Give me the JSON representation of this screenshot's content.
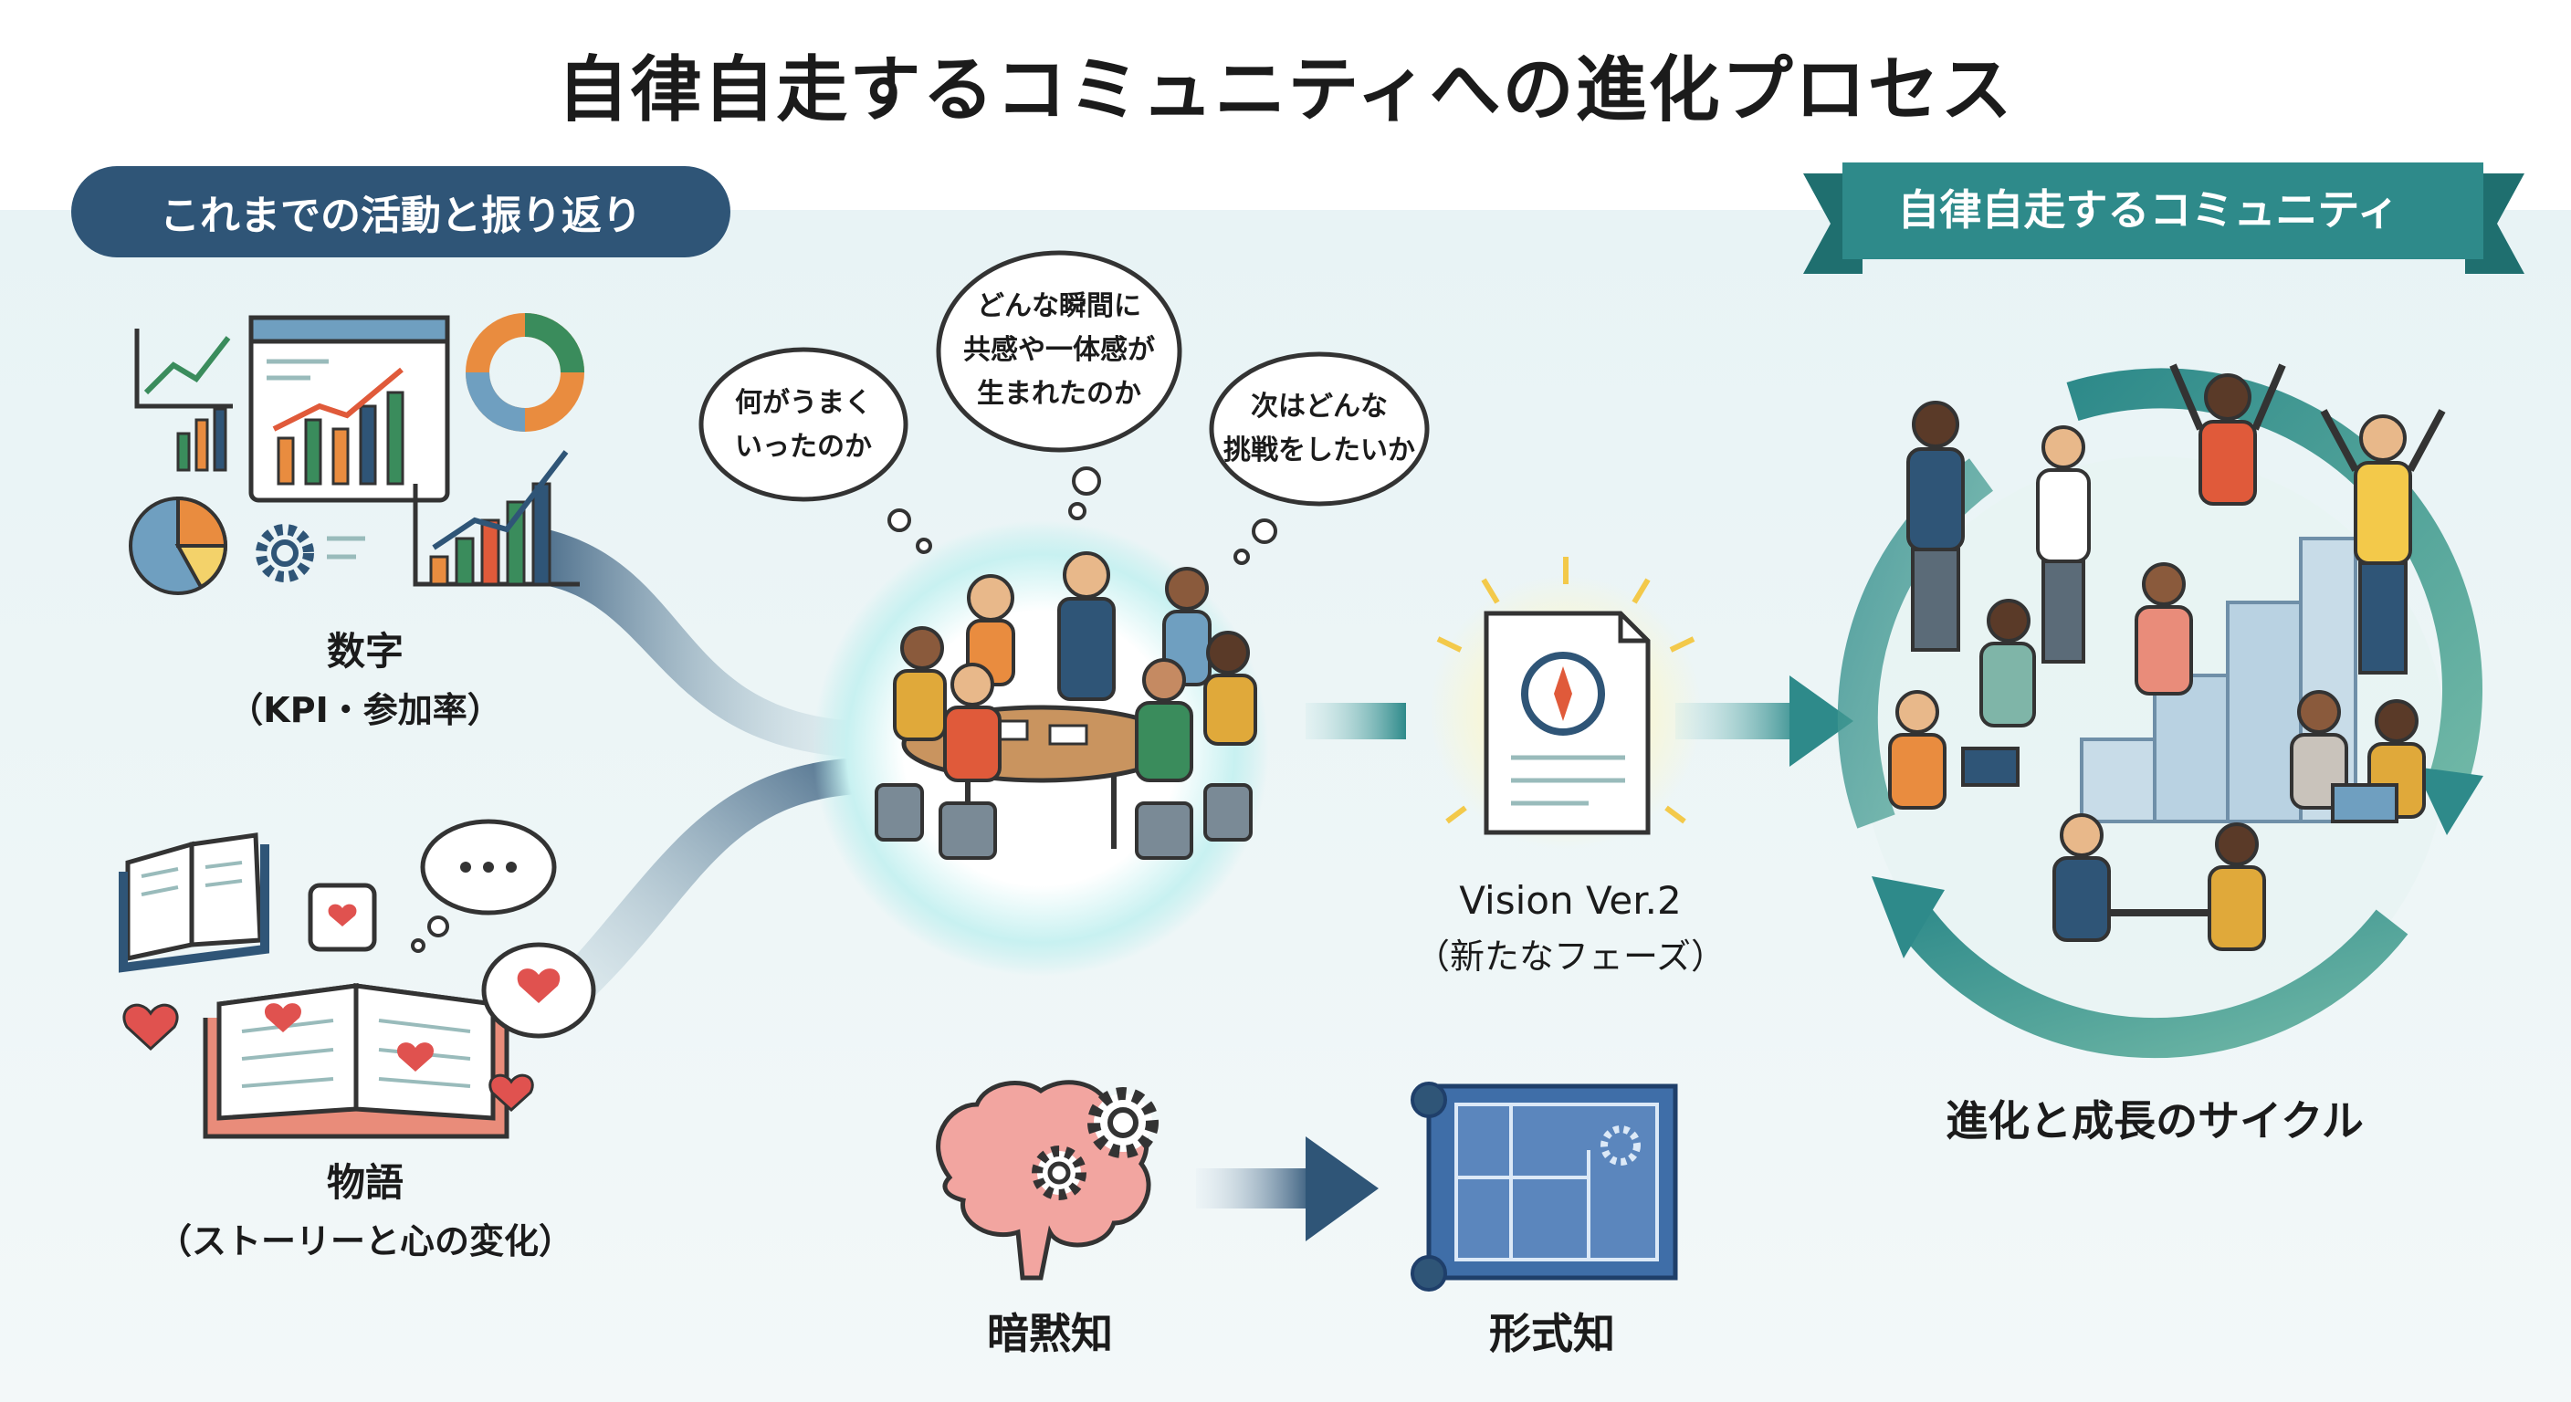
{
  "title": "自律自走するコミュニティへの進化プロセス",
  "left_pill": "これまでの活動と振り返り",
  "right_ribbon": "自律自走するコミュニティ",
  "numbers": {
    "label": "数字",
    "sub": "（KPI・参加率）"
  },
  "stories": {
    "label": "物語",
    "sub": "（ストーリーと心の変化）"
  },
  "bubbles": {
    "left": [
      "何がうまく",
      "いったのか"
    ],
    "center": [
      "どんな瞬間に",
      "共感や一体感が",
      "生まれたのか"
    ],
    "right": [
      "次はどんな",
      "挑戦をしたいか"
    ]
  },
  "vision": {
    "label": "Vision Ver.2",
    "sub": "（新たなフェーズ）"
  },
  "cycle_label": "進化と成長のサイクル",
  "tacit": "暗黙知",
  "explicit": "形式知",
  "colors": {
    "navy": "#2f5577",
    "teal": "#2e8a8a",
    "accent_orange": "#e98c3f",
    "heart": "#e0524f"
  }
}
